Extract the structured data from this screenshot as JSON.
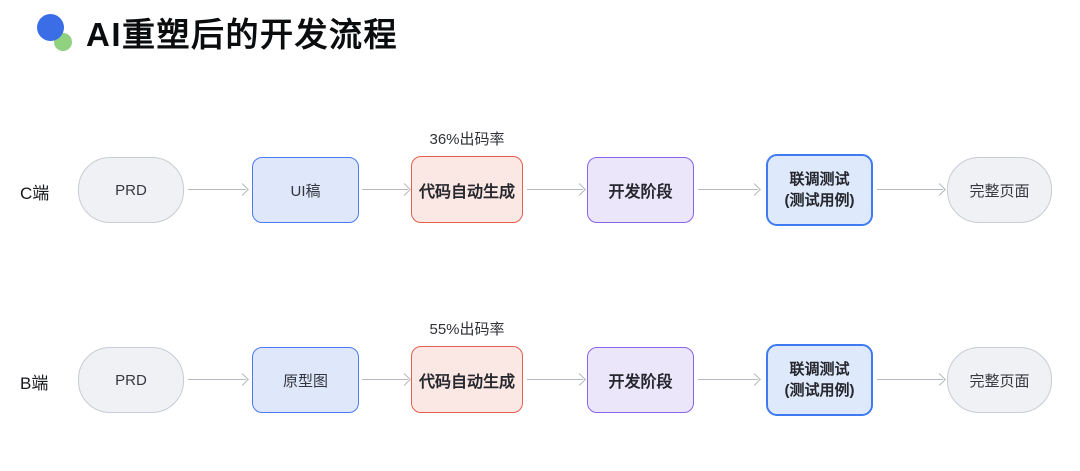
{
  "title": "AI重塑后的开发流程",
  "header_icon": {
    "name": "brand-dot-icon",
    "blue": "#3B6DE6",
    "green": "#8FD17E"
  },
  "colors": {
    "background": "#FFFFFF",
    "arrow": "#B5B8BE",
    "node_gray_fill": "#F0F1F4",
    "node_gray_border": "#C8CCD3",
    "node_design_fill": "#DFE7FB",
    "node_design_border": "#4A7BF0",
    "node_codegen_fill": "#FBE7E3",
    "node_codegen_border": "#E4604E",
    "node_dev_fill": "#ECE6FB",
    "node_dev_border": "#8A63E8",
    "node_test_fill": "#DFE9FC",
    "node_test_border": "#3E7BF2",
    "text": "#26282E"
  },
  "rows": [
    {
      "label": "C端",
      "start": "PRD",
      "design": "UI稿",
      "codegen": "代码自动生成",
      "codegen_note": "36%出码率",
      "dev": "开发阶段",
      "test_line1": "联调测试",
      "test_line2": "(测试用例)",
      "end": "完整页面"
    },
    {
      "label": "B端",
      "start": "PRD",
      "design": "原型图",
      "codegen": "代码自动生成",
      "codegen_note": "55%出码率",
      "dev": "开发阶段",
      "test_line1": "联调测试",
      "test_line2": "(测试用例)",
      "end": "完整页面"
    }
  ]
}
